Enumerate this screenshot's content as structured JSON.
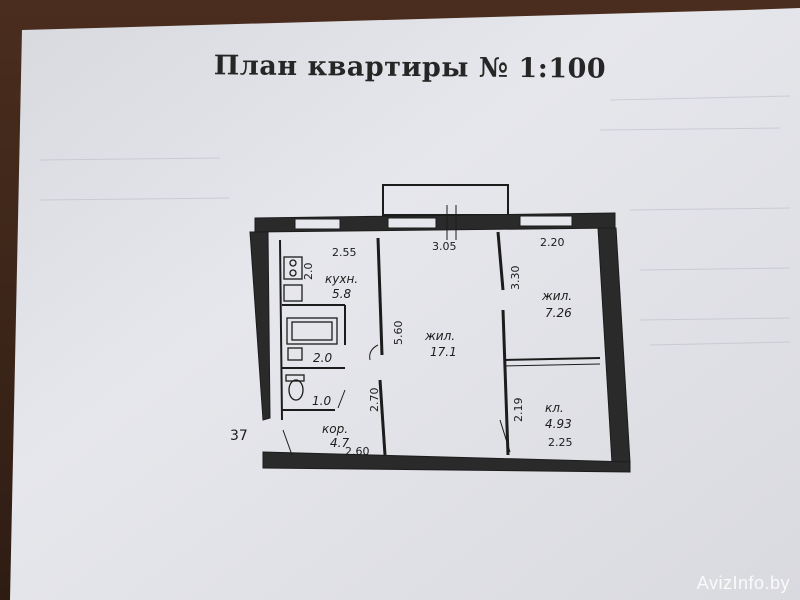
{
  "document": {
    "title": "План квартиры № 1:100",
    "corner_number": "37"
  },
  "rooms": {
    "kitchen": {
      "name": "кухн.",
      "area": "5.8"
    },
    "living_big": {
      "name": "жил.",
      "area": "17.1"
    },
    "living_small": {
      "name": "жил.",
      "area": "7.26"
    },
    "pantry": {
      "name": "кл.",
      "area": "4.93"
    },
    "corridor": {
      "name": "кор.",
      "area": "4.7"
    },
    "bath": {
      "area": "2.0"
    },
    "toilet": {
      "area": "1.0"
    }
  },
  "dimensions": {
    "kitchen_width": "2.55",
    "kitchen_depth": "2.0",
    "living_width": "3.05",
    "living_depth": "5.60",
    "small_room_width": "2.20",
    "small_room_depth": "3.30",
    "corridor_depth": "2.70",
    "corridor_width": "2.60",
    "pantry_depth": "2.19",
    "pantry_width": "2.25"
  },
  "watermark": "AvizInfo.by",
  "colors": {
    "paper": "#e8e9ee",
    "ink": "#1c1c1c",
    "table": "#3b2418"
  }
}
